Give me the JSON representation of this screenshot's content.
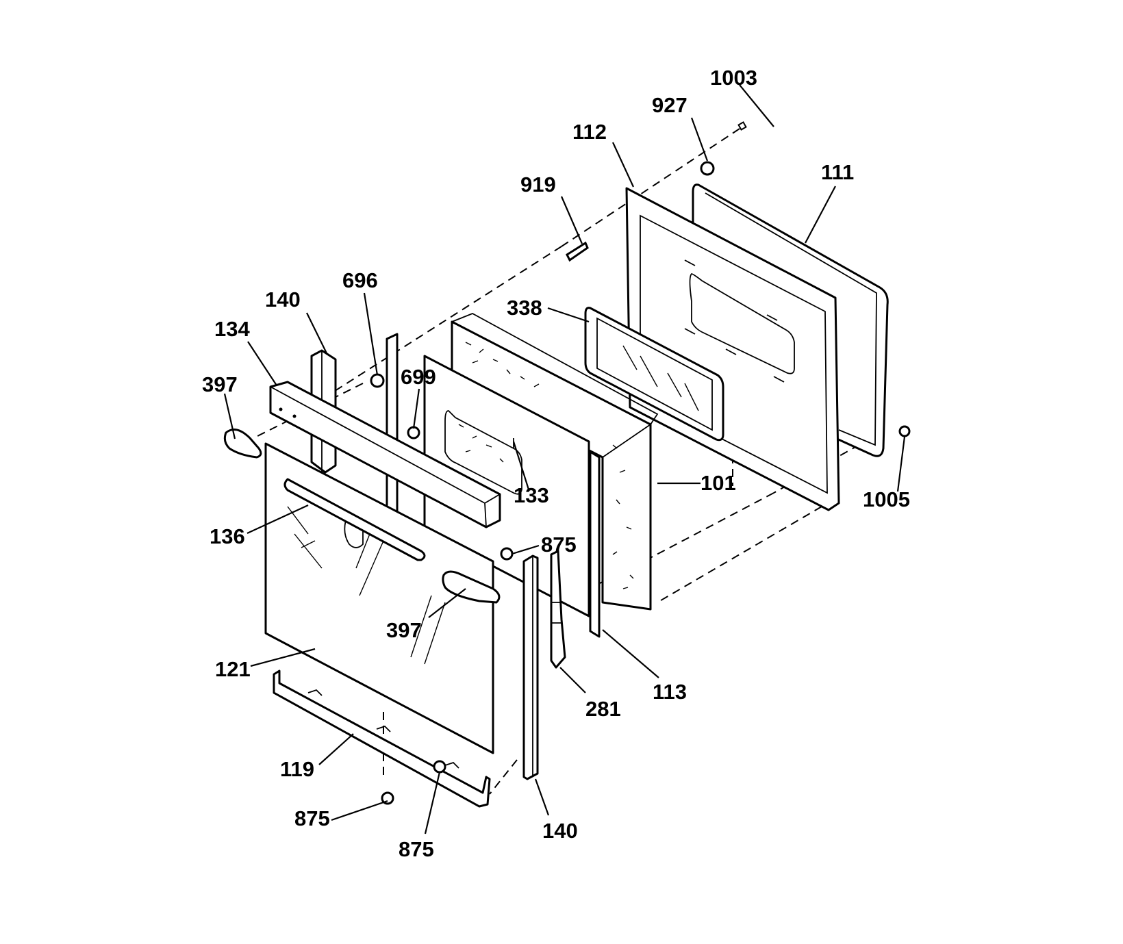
{
  "labels": {
    "l1003": "1003",
    "l927": "927",
    "l112": "112",
    "l111": "111",
    "l919": "919",
    "l696": "696",
    "l140a": "140",
    "l134": "134",
    "l338": "338",
    "l397a": "397",
    "l699": "699",
    "l1005": "1005",
    "l101": "101",
    "l133": "133",
    "l136": "136",
    "l875a": "875",
    "l397b": "397",
    "l121": "121",
    "l113": "113",
    "l281": "281",
    "l119": "119",
    "l875b": "875",
    "l875c": "875",
    "l140b": "140"
  }
}
